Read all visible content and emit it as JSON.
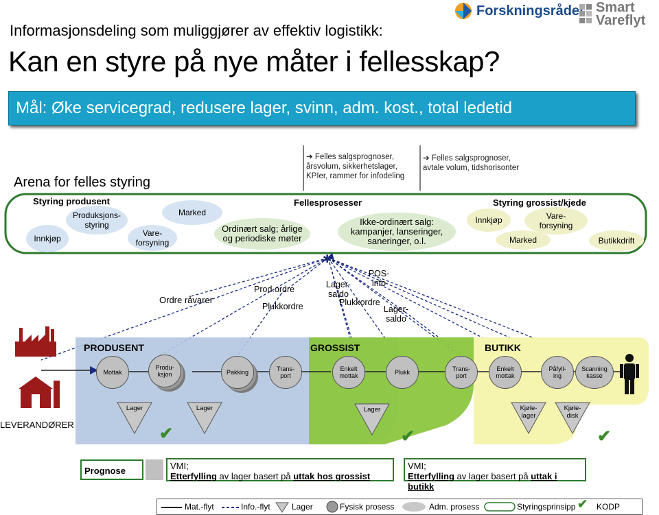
{
  "header": {
    "subtitle": "Informasjonsdeling som muliggjører av effektiv logistikk:",
    "title": "Kan en styre på nye måter i fellesskap?",
    "goal": "Mål: Øke servicegrad, redusere lager, svinn, adm. kost., total ledetid"
  },
  "logos": {
    "forskningsradet": "Forskningsrådet",
    "smart1": "Smart",
    "smart2": "Vareflyt"
  },
  "arena": {
    "title": "Arena for felles styring",
    "note1": [
      "Felles salgsprognoser,",
      "årsvolum, sikkerhetslager,",
      "KPIer, rammer for infodeling"
    ],
    "note2": [
      "Felles salgsprognoser,",
      "avtale volum, tidshorisonter"
    ],
    "producer_header": "Styring produsent",
    "common_header": "Fellesprosesser",
    "wholesaler_header": "Styring grossist/kjede",
    "innkjop": "Innkjøp",
    "produksjonsstyring": "Produksjons-styring",
    "vareforsyning": "Vare-forsyning",
    "marked": "Marked",
    "ordinaert": "Ordinært salg; årlige og periodiske møter",
    "ikke_ordinaert": "Ikke-ordinært salg: kampanjer, lanseringer, saneringer, o.l.",
    "innkjop2": "Innkjøp",
    "vareforsyning2": "Vare-forsyning",
    "marked2": "Marked",
    "butikkdrift": "Butikkdrift"
  },
  "flows": {
    "ordre_ravarer": "Ordre råvarer",
    "prod_ordre": "Prod.ordre",
    "plukkordre1": "Plukkordre",
    "lagersaldo1": "Lager-saldo",
    "pos_info": "POS-info",
    "plukkordre2": "Plukkordre",
    "lagersaldo2": "Lager-saldo"
  },
  "zones": {
    "produsent": "PRODUSENT",
    "grossist": "GROSSIST",
    "butikk": "BUTIKK",
    "leverandorer": "LEVERANDØRER"
  },
  "processes": [
    "Mottak",
    "Produ-ksjon",
    "Pakking",
    "Trans-port",
    "Enkelt mottak",
    "Plukk",
    "Trans-port",
    "Enkelt mottak",
    "Påfyll-ing",
    "Scanning kasse"
  ],
  "stocks": [
    "Lager",
    "Lager",
    "Lager",
    "Kjøle-lager",
    "Kjøle-disk"
  ],
  "bottom": {
    "prognose": "Prognose",
    "vmi1_title": "VMI;",
    "vmi1_a": "Etterfylling",
    "vmi1_b": " av lager basert på ",
    "vmi1_c": "uttak hos grossist",
    "vmi2_title": "VMI;",
    "vmi2_a": "Etterfylling",
    "vmi2_b": " av lager basert på ",
    "vmi2_c": "uttak i butikk"
  },
  "legend": [
    "Mat.-flyt",
    "Info.-flyt",
    "Lager",
    "Fysisk prosess",
    "Adm. prosess",
    "Styringsprinsipp",
    "KODP"
  ],
  "colors": {
    "goal_bar": "#1aa0c9",
    "arena_border": "#2d7a2d",
    "produsent_zone": "#b3c7e0",
    "grossist_zone": "#8cc63f",
    "butikk_zone": "#f5f5b0"
  }
}
